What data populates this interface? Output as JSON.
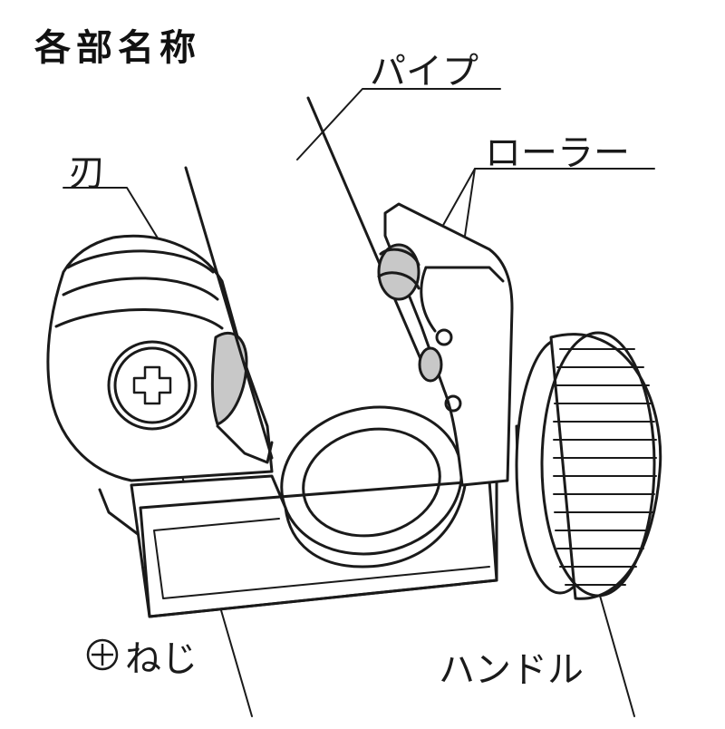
{
  "title": "各部名称",
  "labels": {
    "pipe": "パイプ",
    "roller": "ローラー",
    "blade": "刃",
    "screw": "ねじ",
    "handle": "ハンドル"
  },
  "screw_symbol": "plus-screw-icon",
  "colors": {
    "line": "#1a1a1a",
    "shade": "#c8c8c8",
    "background": "#ffffff"
  }
}
